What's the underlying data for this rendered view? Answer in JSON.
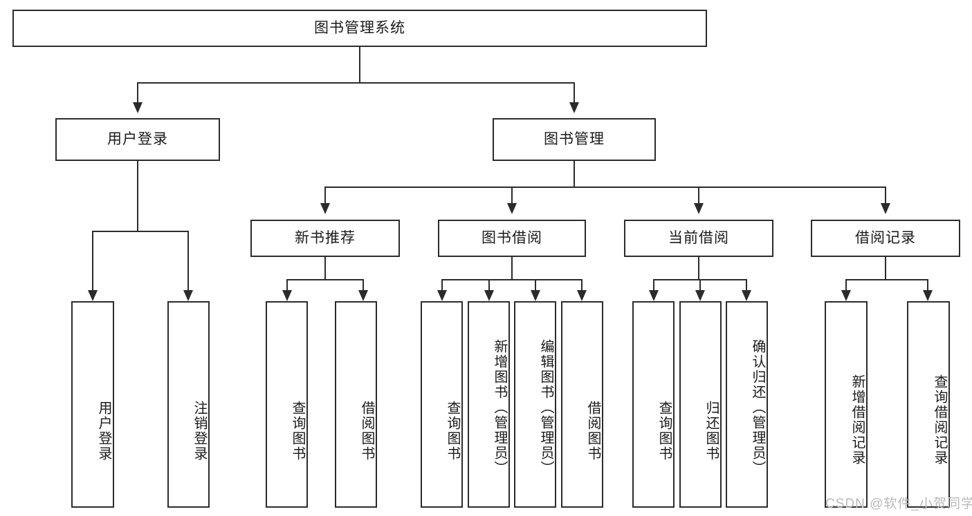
{
  "diagram": {
    "title": "图书管理系统",
    "type": "functional-structure-tree",
    "root": {
      "label": "图书管理系统"
    },
    "level2": [
      {
        "label": "用户登录"
      },
      {
        "label": "图书管理"
      }
    ],
    "level3": [
      {
        "label": "新书推荐"
      },
      {
        "label": "图书借阅"
      },
      {
        "label": "当前借阅"
      },
      {
        "label": "借阅记录"
      }
    ],
    "leaves": {
      "user_login": [
        {
          "label": "用户登录"
        },
        {
          "label": "注销登录"
        }
      ],
      "new_book_recommend": [
        {
          "label": "查询图书"
        },
        {
          "label": "借阅图书"
        }
      ],
      "book_borrow": [
        {
          "label": "查询图书"
        },
        {
          "label": "新增图书（管理员）"
        },
        {
          "label": "编辑图书（管理员）"
        },
        {
          "label": "借阅图书"
        }
      ],
      "current_borrow": [
        {
          "label": "查询图书"
        },
        {
          "label": "归还图书"
        },
        {
          "label": "确认归还（管理员）"
        }
      ],
      "borrow_record": [
        {
          "label": "新增借阅记录"
        },
        {
          "label": "查询借阅记录"
        }
      ]
    }
  },
  "watermark": {
    "text": "CSDN @软件_小贺同学"
  },
  "colors": {
    "line": "#2b2b2b",
    "text": "#1a1a1a",
    "background": "#ffffff",
    "watermark": "#b9b9b9"
  }
}
